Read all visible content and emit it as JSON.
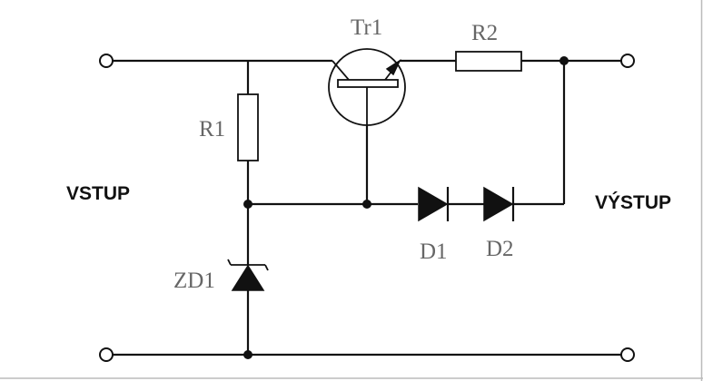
{
  "labels": {
    "input": "VSTUP",
    "output": "VÝSTUP",
    "transistor": "Tr1",
    "resistor_1": "R1",
    "resistor_2": "R2",
    "zener": "ZD1",
    "diode_1": "D1",
    "diode_2": "D2"
  },
  "colors": {
    "line": "#111111",
    "label": "#666666",
    "frame": "#bbbbbb"
  }
}
